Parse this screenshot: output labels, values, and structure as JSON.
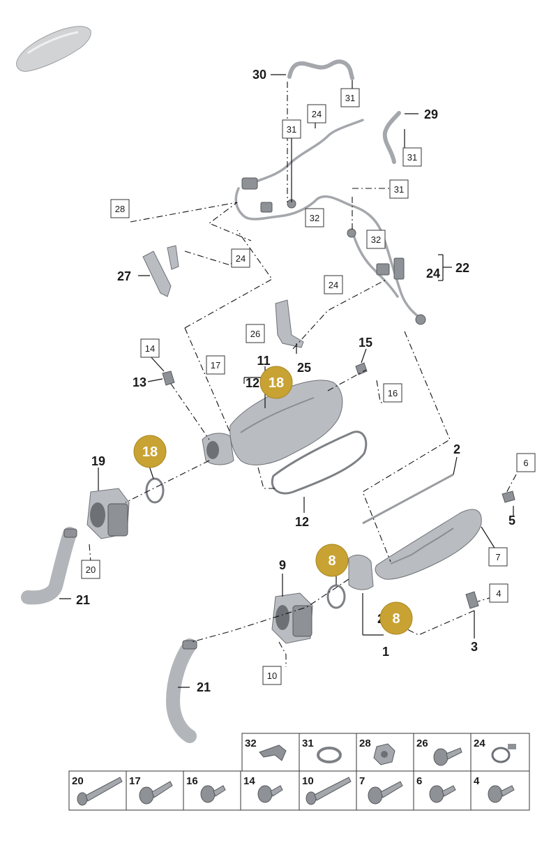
{
  "accent_color": "#c9a234",
  "callouts": {
    "c30": "30",
    "c31a": "31",
    "c31b": "31",
    "c24a": "24",
    "c29": "29",
    "c31c": "31",
    "c31d": "31",
    "c28": "28",
    "c32a": "32",
    "c32b": "32",
    "c24b": "24",
    "c27": "27",
    "c24c": "24",
    "c22": "22",
    "c24d": "24",
    "c26": "26",
    "c25": "25",
    "c14": "14",
    "c13": "13",
    "c17": "17",
    "c11": "11",
    "c12a": "12",
    "c15": "15",
    "c16": "16",
    "c2": "2",
    "c19": "19",
    "c12b": "12",
    "c6": "6",
    "c5": "5",
    "c7": "7",
    "c20": "20",
    "c9": "9",
    "c21a": "21",
    "c2b": "2",
    "c4": "4",
    "c1": "1",
    "c3": "3",
    "c10": "10",
    "c21b": "21"
  },
  "highlights": {
    "h18a": "18",
    "h18b": "18",
    "h8a": "8",
    "h8b": "8"
  },
  "fastener_table": {
    "row1": [
      "32",
      "31",
      "28",
      "26",
      "24"
    ],
    "row2": [
      "20",
      "17",
      "16",
      "14",
      "10",
      "7",
      "6",
      "4"
    ]
  }
}
